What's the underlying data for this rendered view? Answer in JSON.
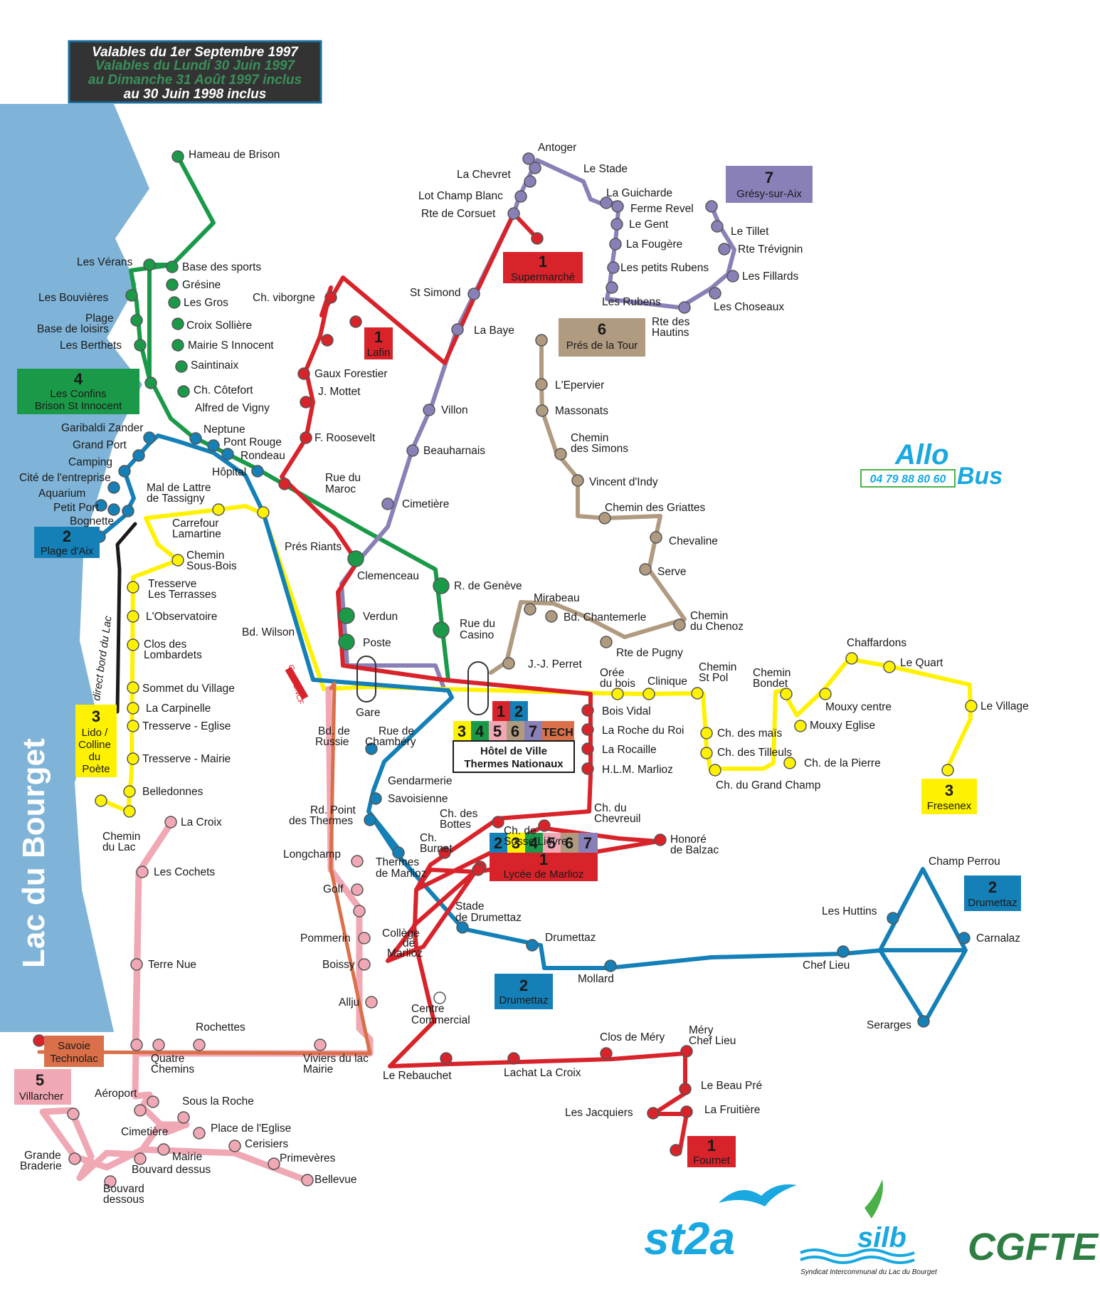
{
  "validity": {
    "line1": "Valables du 1er Septembre 1997",
    "line2": "Valables du Lundi 30 Juin 1997",
    "line3": "au Dimanche 31 Août 1997 inclus",
    "line4": "au 30 Juin 1998 inclus"
  },
  "lake_name": "Lac du Bourget",
  "allobus": {
    "name_a": "Allo",
    "name_b": "Bus",
    "phone": "04 79 88 80 60"
  },
  "logos": {
    "st2a": "st2a",
    "silb": "silb",
    "silb_sub": "Syndicat Intercommunal du Lac du Bourget",
    "cgfte": "CGFTE"
  },
  "colors": {
    "line1": "#d8232a",
    "line2": "#1480b7",
    "line3": "#fff200",
    "line4": "#1a9a48",
    "line5": "#f0a8b4",
    "line6": "#b09a80",
    "line7": "#8a80b8",
    "tech": "#d9704a",
    "lake": "#7fb4d8"
  },
  "terminals": [
    {
      "id": "t1-super",
      "num": "1",
      "name": "Supermarché",
      "color": "#d8232a"
    },
    {
      "id": "t1-lafin",
      "num": "1",
      "name": "Lafin",
      "color": "#d8232a"
    },
    {
      "id": "t1-fournet",
      "num": "1",
      "name": "Fournet",
      "color": "#d8232a"
    },
    {
      "id": "t1-lycee",
      "num": "1",
      "name": "Lycée de Marlioz",
      "color": "#d8232a"
    },
    {
      "id": "t2-plage",
      "num": "2",
      "name": "Plage d'Aix",
      "color": "#1480b7"
    },
    {
      "id": "t2-drum1",
      "num": "2",
      "name": "Drumettaz",
      "color": "#1480b7"
    },
    {
      "id": "t2-drum2",
      "num": "2",
      "name": "Drumettaz",
      "color": "#1480b7"
    },
    {
      "id": "t3-lido",
      "num": "3",
      "name": "Lido / Colline du Poète",
      "color": "#fff200"
    },
    {
      "id": "t3-fres",
      "num": "3",
      "name": "Fresenex",
      "color": "#fff200"
    },
    {
      "id": "t4",
      "num": "4",
      "name": "Les Confins Brison St Innocent",
      "color": "#1a9a48"
    },
    {
      "id": "t5",
      "num": "5",
      "name": "Villarcher",
      "color": "#f0a8b4"
    },
    {
      "id": "t6",
      "num": "6",
      "name": "Prés de la Tour",
      "color": "#b09a80"
    },
    {
      "id": "t7",
      "num": "7",
      "name": "Grésy-sur-Aix",
      "color": "#8a80b8"
    },
    {
      "id": "tsav",
      "num": "",
      "name": "Savoie Technolac",
      "color": "#d9704a"
    }
  ],
  "hub": {
    "name": "Hôtel de Ville Thermes Nationaux",
    "row1": [
      "1",
      "2"
    ],
    "row2": [
      "3",
      "4",
      "5",
      "6",
      "7",
      "TECH"
    ]
  },
  "lycee_lines": [
    "2",
    "3",
    "4",
    "5",
    "6",
    "7"
  ],
  "gare_sncf": "Gare SNCF",
  "direct_label": "direct bord du Lac",
  "stops": [
    "Hameau de Brison",
    "Les Vérans",
    "Base des sports",
    "Les Bouvières",
    "Grésine",
    "Les Gros",
    "Plage Base de loisirs",
    "Croix Sollière",
    "Les Berthets",
    "Mairie S Innocent",
    "Saintinaix",
    "Ch. Côtefort",
    "Alfred de Vigny",
    "Garibaldi Zander",
    "Grand Port",
    "Neptune",
    "Pont Rouge",
    "Rondeau",
    "Camping",
    "Cité de l'entreprise",
    "Hôpital",
    "Aquarium",
    "Petit Port",
    "Bognette",
    "Mal de Lattre de Tassigny",
    "Carrefour Lamartine",
    "Chemin Sous-Bois",
    "Tresserve Les Terrasses",
    "L'Observatoire",
    "Clos des Lombardets",
    "Sommet du Village",
    "La Carpinelle",
    "Tresserve - Eglise",
    "Tresserve - Mairie",
    "Belledonnes",
    "Chemin du Lac",
    "La Croix",
    "Les Cochets",
    "Terre Nue",
    "Rochettes",
    "Quatre Chemins",
    "Viviers du lac Mairie",
    "Aéroport",
    "Sous la Roche",
    "Cimetière",
    "Place de l'Eglise",
    "Cerisiers",
    "Primevères",
    "Bellevue",
    "Mairie",
    "Bouvard dessus",
    "Bouvard dessous",
    "Grande Braderie",
    "Ch. viborgne",
    "Gaux Forestier",
    "J. Mottet",
    "F. Roosevelt",
    "Rue du Maroc",
    "Prés Riants",
    "Bd. Wilson",
    "Clemenceau",
    "Verdun",
    "Poste",
    "Gare",
    "R. de Genève",
    "Rue du Casino",
    "J.-J. Perret",
    "Bd. de Russie",
    "Rue de Chambéry",
    "Gendarmerie",
    "Savoisienne",
    "Rd. Point des Thermes",
    "Longchamp",
    "Thermes de Marlioz",
    "Golf",
    "Pommerin",
    "Boissy",
    "Allju",
    "Collège de Marlioz",
    "Centre Commercial",
    "Stade de Drumettaz",
    "Drumettaz",
    "Mollard",
    "Chef Lieu",
    "Les Huttins",
    "Champ Perrou",
    "Carnalaz",
    "Serarges",
    "Le Rebauchet",
    "Lachat La Croix",
    "Clos de Méry",
    "Méry Chef Lieu",
    "Le Beau Pré",
    "La Fruitière",
    "Les Jacquiers",
    "Ch. des Bottes",
    "Ch. Burnet",
    "Ch. de Sosse Lièvre",
    "Ch. du Chevreuil",
    "Honoré de Balzac",
    "Bois Vidal",
    "La Roche du Roi",
    "La Rocaille",
    "H.L.M. Marlioz",
    "Orée du bois",
    "Clinique",
    "Chemin St Pol",
    "Chemin Bondet",
    "Ch. des maïs",
    "Ch. des Tilleuls",
    "Ch. du Grand Champ",
    "Ch. de la Pierre",
    "Mouxy centre",
    "Mouxy Eglise",
    "Chaffardons",
    "Le Quart",
    "Le Village",
    "St Simond",
    "La Baye",
    "Villon",
    "Beauharnais",
    "Cimetière",
    "Rte de Corsuet",
    "Lot Champ Blanc",
    "La Chevret",
    "Antoger",
    "Le Stade",
    "La Guicharde",
    "Ferme Revel",
    "Le Gent",
    "La Fougère",
    "Les petits Rubens",
    "Les Rubens",
    "Rte des Hautins",
    "Les Choseaux",
    "Les Fillards",
    "Rte Trévignin",
    "Le Tillet",
    "L'Epervier",
    "Massonats",
    "Chemin des Simons",
    "Vincent d'Indy",
    "Chemin des Griattes",
    "Chevaline",
    "Serve",
    "Chemin du Chenoz",
    "Rte de Pugny",
    "Bd. Chantemerle",
    "Mirabeau"
  ]
}
